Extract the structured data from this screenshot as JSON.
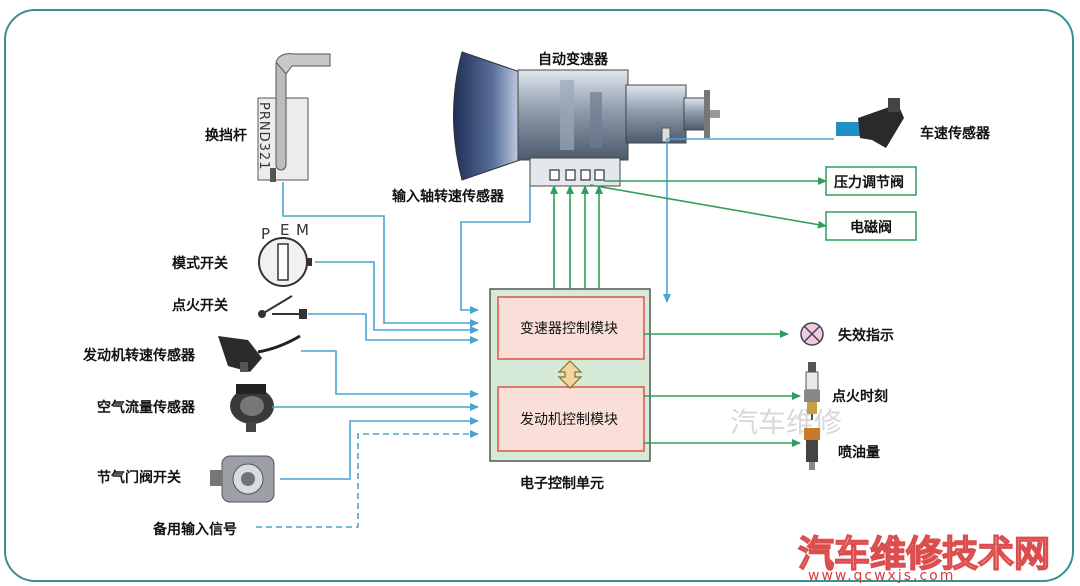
{
  "labels": {
    "transmission": "自动变速器",
    "shift_lever": "换挡杆",
    "input_shaft_sensor": "输入轴转速传感器",
    "vehicle_speed_sensor": "车速传感器",
    "pressure_valve": "压力调节阀",
    "solenoid_valve": "电磁阀",
    "mode_switch": "模式开关",
    "ignition_switch": "点火开关",
    "engine_speed_sensor": "发动机转速传感器",
    "air_flow_sensor": "空气流量传感器",
    "throttle_switch": "节气门阀开关",
    "backup_input": "备用输入信号",
    "tcm": "变速器控制模块",
    "ecm": "发动机控制模块",
    "ecu": "电子控制单元",
    "fault_indicator": "失效指示",
    "ignition_timing": "点火时刻",
    "injection": "喷油量"
  },
  "lever_positions": "PRND321",
  "mode_letters": {
    "p": "P",
    "e": "E",
    "m": "M"
  },
  "watermark": {
    "faint": "汽车维修",
    "brand": "汽车维修技术网",
    "url": "www.qcwxjs.com"
  },
  "colors": {
    "frame": "#3a8f8f",
    "blue_line": "#4aa3d4",
    "green_line": "#2f9e5a",
    "module_fill": "#f9dfd8",
    "module_border": "#d9534f",
    "ecu_fill": "#d6ead8",
    "watermark": "#d93a3a"
  }
}
